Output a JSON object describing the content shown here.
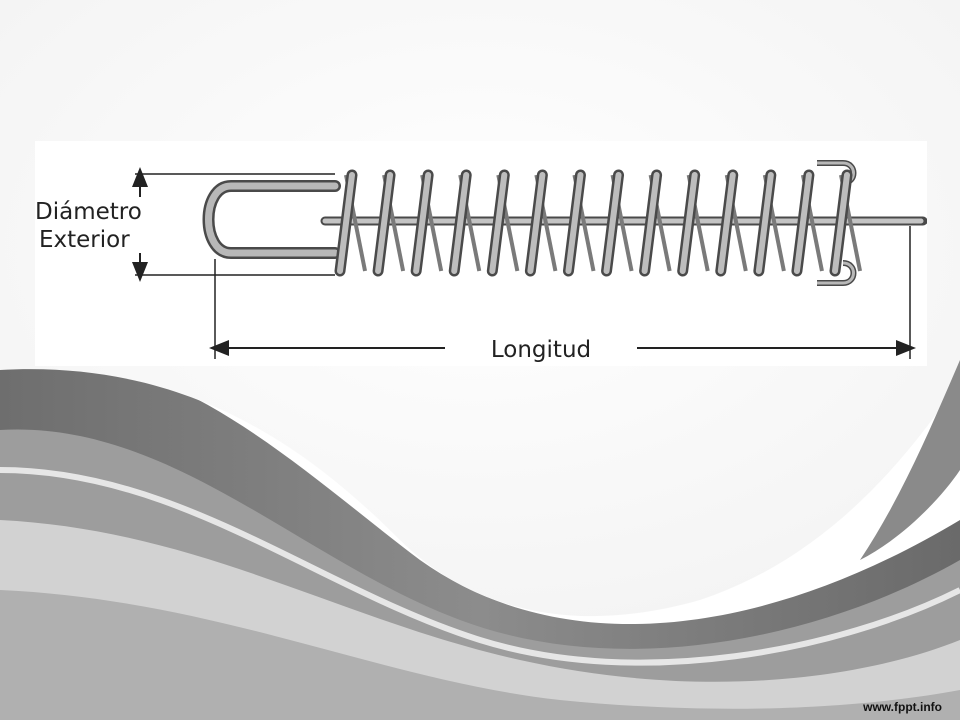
{
  "diagram": {
    "diameter_label_line1": "Diámetro",
    "diameter_label_line2": "Exterior",
    "length_label": "Longitud",
    "coil_count": 14
  },
  "footer": {
    "watermark": "www.fppt.info"
  },
  "colors": {
    "wave_dark": "#7a7a7a",
    "wave_mid": "#a9a9a9",
    "wave_light": "#d4d4d4",
    "wire": "#9a9a9a",
    "wire_outline": "#4a4a4a",
    "dimension_lines": "#222222"
  }
}
